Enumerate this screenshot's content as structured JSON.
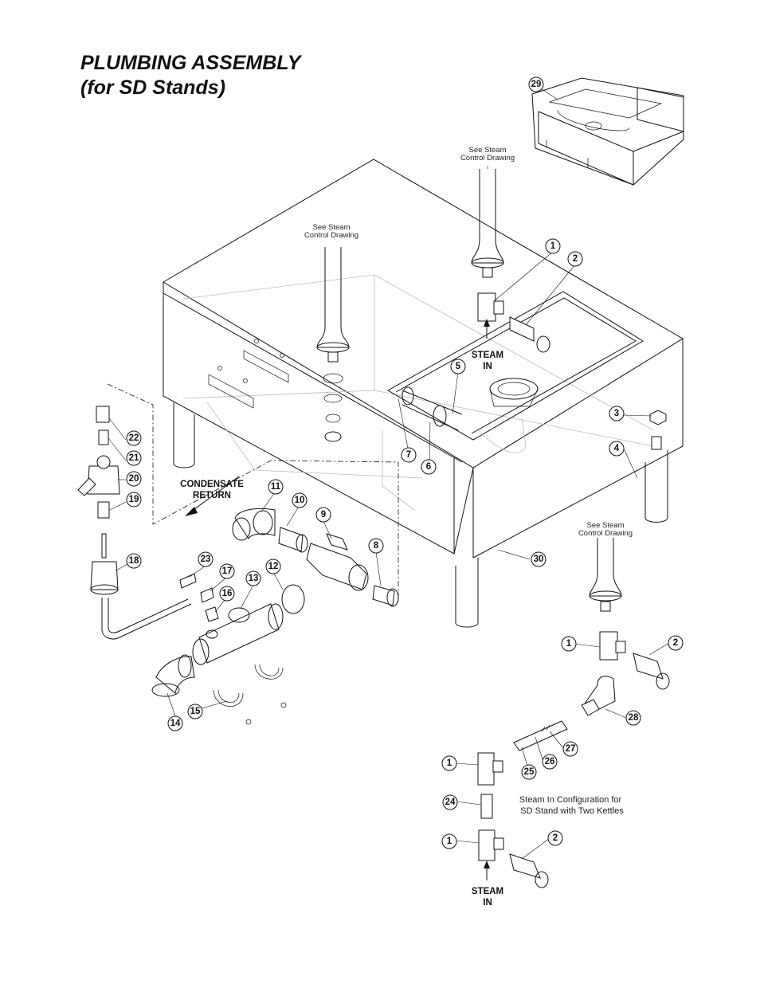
{
  "title": {
    "line1": "PLUMBING ASSEMBLY",
    "line2": "(for SD Stands)"
  },
  "notes": {
    "see_steam_top": [
      "See Steam",
      "Control Drawing"
    ],
    "see_steam_mid": [
      "See Steam",
      "Control Drawing"
    ],
    "see_steam_right": [
      "See Steam",
      "Control Drawing"
    ]
  },
  "labels": {
    "steam_in_upper": [
      "STEAM",
      "IN"
    ],
    "steam_in_lower": [
      "STEAM",
      "IN"
    ],
    "condensate_return": [
      "CONDENSATE",
      "RETURN"
    ]
  },
  "config_caption": [
    "Steam In Configuration for",
    "SD Stand with Two Kettles"
  ],
  "callouts": [
    "29",
    "1",
    "2",
    "3",
    "4",
    "5",
    "6",
    "7",
    "8",
    "9",
    "10",
    "11",
    "12",
    "13",
    "14",
    "15",
    "16",
    "17",
    "18",
    "19",
    "20",
    "21",
    "22",
    "23",
    "24",
    "25",
    "26",
    "27",
    "28",
    "30",
    "1",
    "2",
    "1",
    "1",
    "24",
    "2"
  ]
}
